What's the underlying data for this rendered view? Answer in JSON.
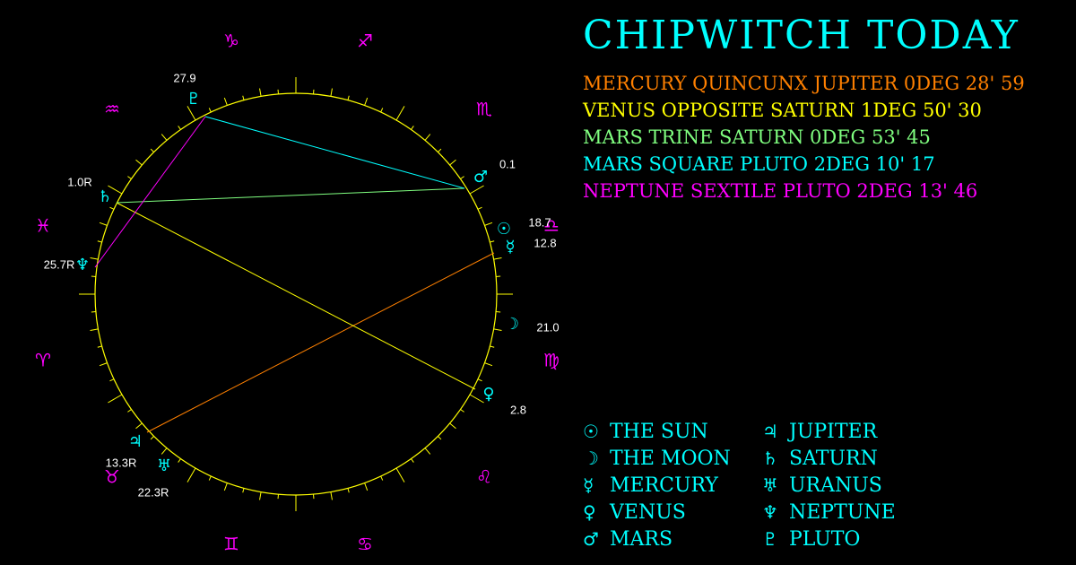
{
  "colors": {
    "title": "#00ffff",
    "circle": "#ffff00",
    "zodiac": "#ff00ff",
    "planet": "#00ffff",
    "legend": "#00ffff"
  },
  "title": "ChipWitch Today",
  "aspects": [
    {
      "text": "Mercury Quincunx Jupiter 0deg 28' 59",
      "color": "#ff8000"
    },
    {
      "text": "Venus Opposite Saturn 1deg 50' 30",
      "color": "#ffff00"
    },
    {
      "text": "Mars Trine Saturn 0deg 53' 45",
      "color": "#80ff80"
    },
    {
      "text": "Mars Square Pluto 2deg 10' 17",
      "color": "#00ffff"
    },
    {
      "text": "Neptune Sextile Pluto 2deg 13' 46",
      "color": "#ff00ff"
    }
  ],
  "zodiac": [
    {
      "glyph": "♑",
      "name": "capricorn-icon"
    },
    {
      "glyph": "♐",
      "name": "sagittarius-icon"
    },
    {
      "glyph": "♏",
      "name": "scorpio-icon"
    },
    {
      "glyph": "♎",
      "name": "libra-icon"
    },
    {
      "glyph": "♍",
      "name": "virgo-icon"
    },
    {
      "glyph": "♌",
      "name": "leo-icon"
    },
    {
      "glyph": "♋",
      "name": "cancer-icon"
    },
    {
      "glyph": "♊",
      "name": "gemini-icon"
    },
    {
      "glyph": "♉",
      "name": "taurus-icon"
    },
    {
      "glyph": "♈",
      "name": "aries-icon"
    },
    {
      "glyph": "♓",
      "name": "pisces-icon"
    },
    {
      "glyph": "♒",
      "name": "aquarius-icon"
    }
  ],
  "planets": [
    {
      "id": "pluto",
      "glyph": "♇",
      "value": "27.9"
    },
    {
      "id": "mars",
      "glyph": "♂",
      "value": "0.1"
    },
    {
      "id": "saturn",
      "glyph": "♄",
      "value": "1.0R"
    },
    {
      "id": "sun",
      "glyph": "☉",
      "value": "18.7"
    },
    {
      "id": "mercury",
      "glyph": "☿",
      "value": "12.8"
    },
    {
      "id": "neptune",
      "glyph": "♆",
      "value": "25.7R"
    },
    {
      "id": "moon",
      "glyph": "☽",
      "value": "21.0"
    },
    {
      "id": "venus",
      "glyph": "♀",
      "value": "2.8"
    },
    {
      "id": "jupiter",
      "glyph": "♃",
      "value": ""
    },
    {
      "id": "jupiter-uranus-values",
      "glyph": "",
      "value": "13.3R"
    },
    {
      "id": "uranus",
      "glyph": "♅",
      "value": "22.3R"
    }
  ],
  "aspect_lines": [
    {
      "from": "mercury",
      "to": "jupiter",
      "color": "#ff8000"
    },
    {
      "from": "venus",
      "to": "saturn",
      "color": "#ffff00"
    },
    {
      "from": "mars",
      "to": "saturn",
      "color": "#80ff80"
    },
    {
      "from": "mars",
      "to": "pluto",
      "color": "#00ffff"
    },
    {
      "from": "neptune",
      "to": "pluto",
      "color": "#ff00ff"
    }
  ],
  "legend": [
    {
      "glyph": "☉",
      "name": "The Sun",
      "icon": "sun-icon"
    },
    {
      "glyph": "☽",
      "name": "The Moon",
      "icon": "moon-icon"
    },
    {
      "glyph": "☿",
      "name": "Mercury",
      "icon": "mercury-icon"
    },
    {
      "glyph": "♀",
      "name": "Venus",
      "icon": "venus-icon"
    },
    {
      "glyph": "♂",
      "name": "Mars",
      "icon": "mars-icon"
    },
    {
      "glyph": "♃",
      "name": "Jupiter",
      "icon": "jupiter-icon"
    },
    {
      "glyph": "♄",
      "name": "Saturn",
      "icon": "saturn-icon"
    },
    {
      "glyph": "♅",
      "name": "Uranus",
      "icon": "uranus-icon"
    },
    {
      "glyph": "♆",
      "name": "Neptune",
      "icon": "neptune-icon"
    },
    {
      "glyph": "♇",
      "name": "Pluto",
      "icon": "pluto-icon"
    }
  ]
}
